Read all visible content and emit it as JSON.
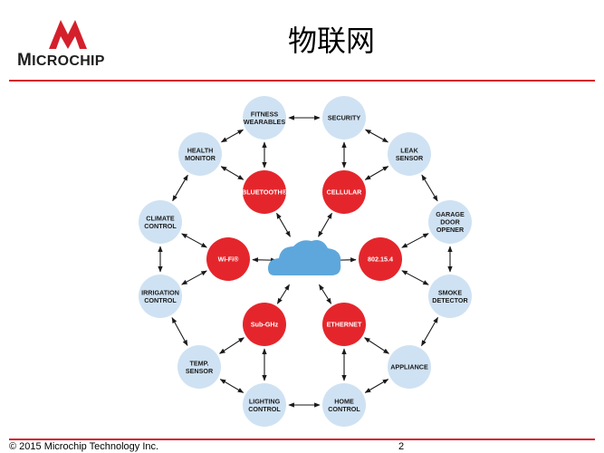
{
  "logo": {
    "text_first": "M",
    "text_rest": "ICROCHIP",
    "color": "#d4202c"
  },
  "title": "物联网",
  "footer": {
    "copyright": "© 2015 Microchip Technology Inc.",
    "page": "2"
  },
  "colors": {
    "accent": "#d4202c",
    "light_node": "#cfe2f3",
    "red_node": "#e4262c",
    "cloud": "#5ea7dc"
  },
  "diagram": {
    "center_icon": "cloud-icon",
    "nodes": [
      {
        "id": "fitness",
        "kind": "device",
        "lines": [
          "FITNESS",
          "WEARABLES"
        ]
      },
      {
        "id": "security",
        "kind": "device",
        "lines": [
          "SECURITY"
        ]
      },
      {
        "id": "health",
        "kind": "device",
        "lines": [
          "HEALTH",
          "MONITOR"
        ]
      },
      {
        "id": "leak",
        "kind": "device",
        "lines": [
          "LEAK",
          "SENSOR"
        ]
      },
      {
        "id": "climate",
        "kind": "device",
        "lines": [
          "CLIMATE",
          "CONTROL"
        ]
      },
      {
        "id": "garage",
        "kind": "device",
        "lines": [
          "GARAGE",
          "DOOR",
          "OPENER"
        ]
      },
      {
        "id": "irrigation",
        "kind": "device",
        "lines": [
          "IRRIGATION",
          "CONTROL"
        ]
      },
      {
        "id": "smoke",
        "kind": "device",
        "lines": [
          "SMOKE",
          "DETECTOR"
        ]
      },
      {
        "id": "temp",
        "kind": "device",
        "lines": [
          "TEMP.",
          "SENSOR"
        ]
      },
      {
        "id": "appliance",
        "kind": "device",
        "lines": [
          "APPLIANCE"
        ]
      },
      {
        "id": "lighting",
        "kind": "device",
        "lines": [
          "LIGHTING",
          "CONTROL"
        ]
      },
      {
        "id": "home",
        "kind": "device",
        "lines": [
          "HOME",
          "CONTROL"
        ]
      },
      {
        "id": "bluetooth",
        "kind": "protocol",
        "lines": [
          "BLUETOOTH®"
        ]
      },
      {
        "id": "cellular",
        "kind": "protocol",
        "lines": [
          "CELLULAR"
        ]
      },
      {
        "id": "wifi",
        "kind": "protocol",
        "lines": [
          "Wi-Fi®"
        ]
      },
      {
        "id": "ieee",
        "kind": "protocol",
        "lines": [
          "802.15.4"
        ]
      },
      {
        "id": "subghz",
        "kind": "protocol",
        "lines": [
          "Sub-GHz"
        ]
      },
      {
        "id": "ethernet",
        "kind": "protocol",
        "lines": [
          "ETHERNET"
        ]
      }
    ],
    "ring_edges": [
      [
        "fitness",
        "security"
      ],
      [
        "security",
        "leak"
      ],
      [
        "leak",
        "garage"
      ],
      [
        "garage",
        "smoke"
      ],
      [
        "smoke",
        "appliance"
      ],
      [
        "appliance",
        "home"
      ],
      [
        "home",
        "lighting"
      ],
      [
        "lighting",
        "temp"
      ],
      [
        "temp",
        "irrigation"
      ],
      [
        "irrigation",
        "climate"
      ],
      [
        "climate",
        "health"
      ],
      [
        "health",
        "fitness"
      ]
    ],
    "spoke_edges": [
      [
        "fitness",
        "bluetooth"
      ],
      [
        "health",
        "bluetooth"
      ],
      [
        "security",
        "cellular"
      ],
      [
        "leak",
        "cellular"
      ],
      [
        "climate",
        "wifi"
      ],
      [
        "irrigation",
        "wifi"
      ],
      [
        "garage",
        "ieee"
      ],
      [
        "smoke",
        "ieee"
      ],
      [
        "temp",
        "subghz"
      ],
      [
        "lighting",
        "subghz"
      ],
      [
        "home",
        "ethernet"
      ],
      [
        "appliance",
        "ethernet"
      ]
    ],
    "cloud_edges": [
      "bluetooth",
      "cellular",
      "wifi",
      "ieee",
      "subghz",
      "ethernet"
    ]
  }
}
